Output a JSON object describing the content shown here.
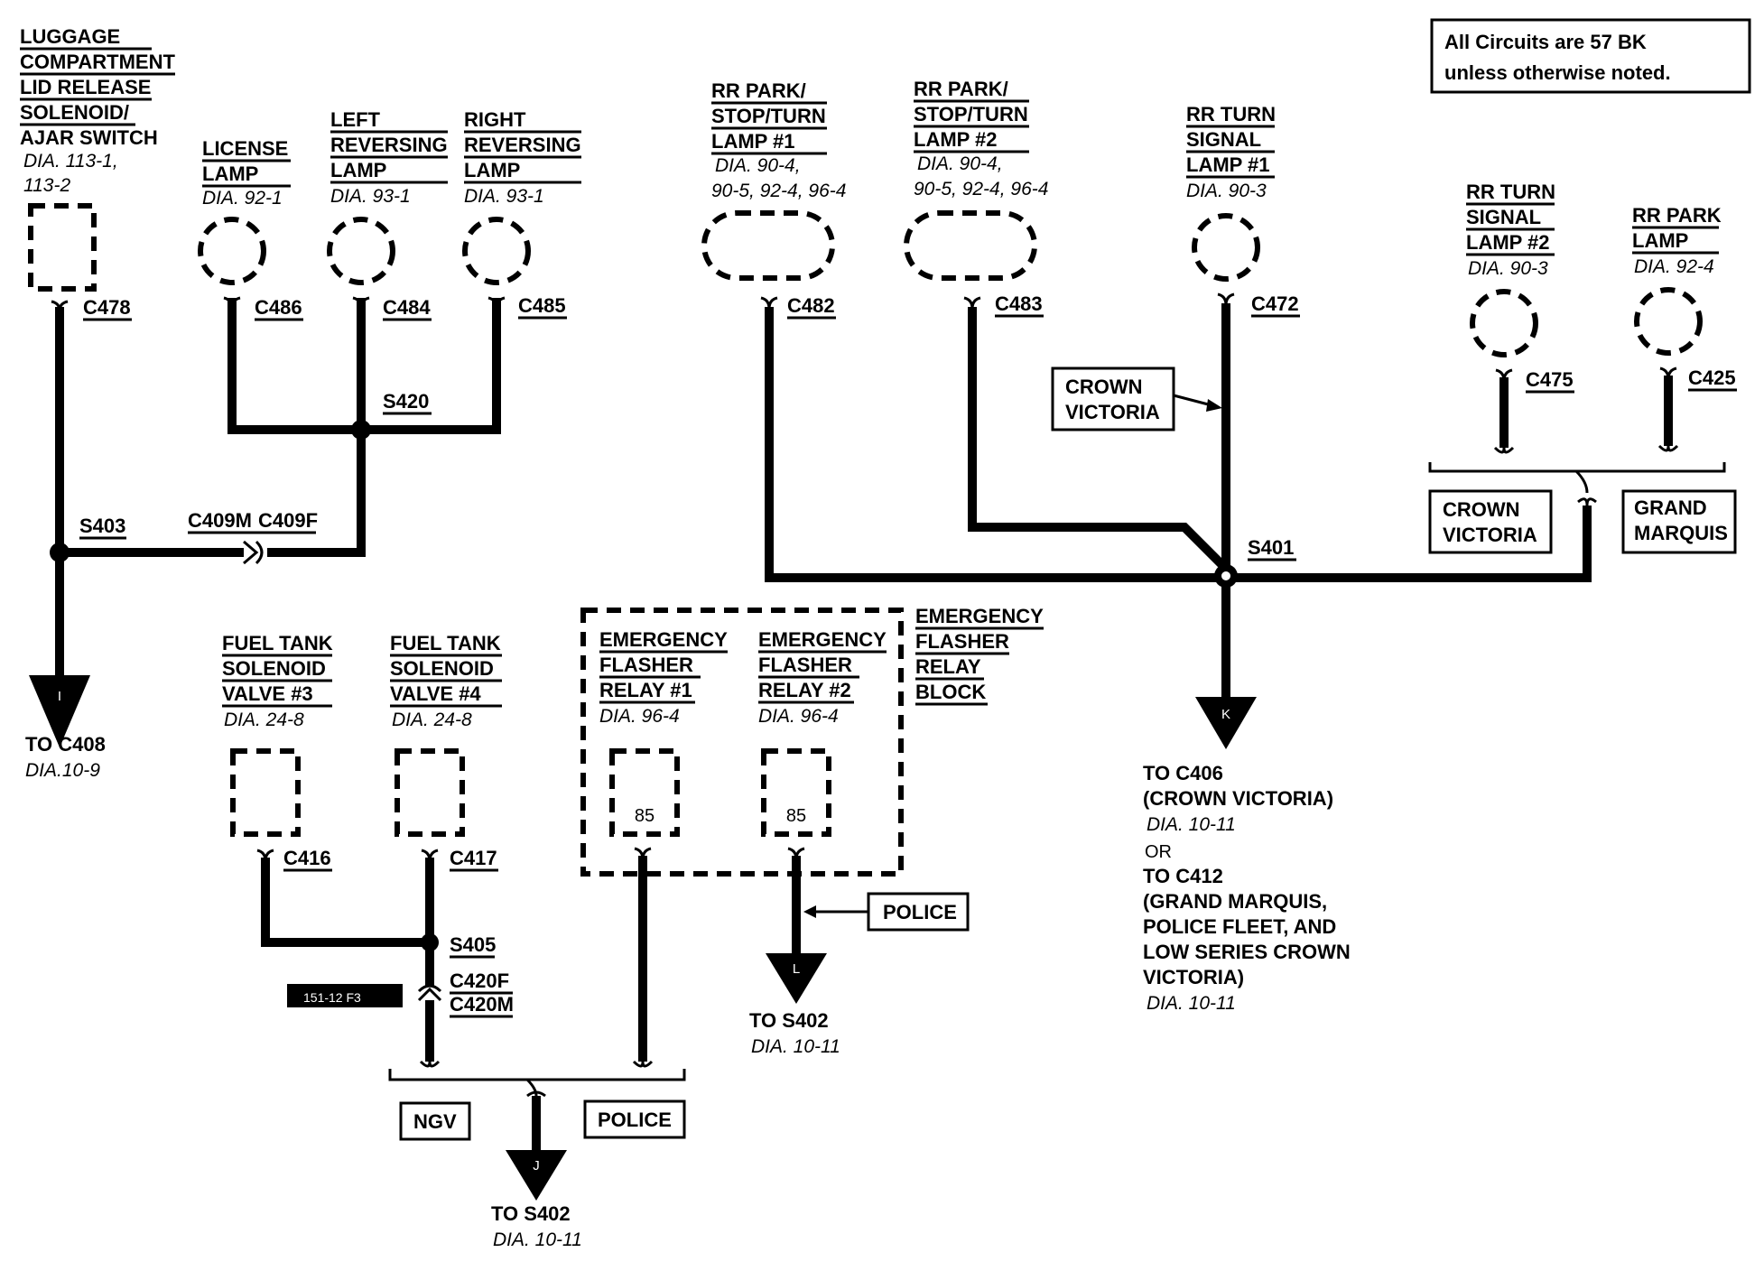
{
  "note": {
    "line1": "All Circuits are 57 BK",
    "line2": "unless otherwise noted."
  },
  "luggage": {
    "l1": "LUGGAGE",
    "l2": "COMPARTMENT",
    "l3": "LID RELEASE",
    "l4": "SOLENOID/",
    "l5": "AJAR SWITCH",
    "dia1": "DIA. 113-1,",
    "dia2": "113-2",
    "conn": "C478"
  },
  "license": {
    "l1": "LICENSE",
    "l2": "LAMP",
    "dia": "DIA. 92-1",
    "conn": "C486"
  },
  "left_rev": {
    "l1": "LEFT",
    "l2": "REVERSING",
    "l3": "LAMP",
    "dia": "DIA. 93-1",
    "conn": "C484"
  },
  "right_rev": {
    "l1": "RIGHT",
    "l2": "REVERSING",
    "l3": "LAMP",
    "dia": "DIA. 93-1",
    "conn": "C485"
  },
  "rr_park1": {
    "l1": "RR PARK/",
    "l2": "STOP/TURN",
    "l3": "LAMP #1",
    "dia1": "DIA. 90-4,",
    "dia2": "90-5, 92-4, 96-4",
    "conn": "C482"
  },
  "rr_park2": {
    "l1": "RR PARK/",
    "l2": "STOP/TURN",
    "l3": "LAMP #2",
    "dia1": "DIA. 90-4,",
    "dia2": "90-5, 92-4, 96-4",
    "conn": "C483"
  },
  "rr_turn1": {
    "l1": "RR TURN",
    "l2": "SIGNAL",
    "l3": "LAMP #1",
    "dia": "DIA. 90-3",
    "conn": "C472"
  },
  "rr_turn2": {
    "l1": "RR TURN",
    "l2": "SIGNAL",
    "l3": "LAMP #2",
    "dia": "DIA. 90-3",
    "conn": "C475"
  },
  "rr_parklamp": {
    "l1": "RR PARK",
    "l2": "LAMP",
    "dia": "DIA. 92-4",
    "conn": "C425"
  },
  "crown_vic_tag": {
    "l1": "CROWN",
    "l2": "VICTORIA"
  },
  "crown_vic_box": {
    "l1": "CROWN",
    "l2": "VICTORIA"
  },
  "grand_marquis_box": {
    "l1": "GRAND",
    "l2": "MARQUIS"
  },
  "splices": {
    "s420": "S420",
    "s403": "S403",
    "s401": "S401",
    "s405": "S405"
  },
  "c409": {
    "m": "C409M",
    "f": "C409F"
  },
  "c420": {
    "f": "C420F",
    "m": "C420M"
  },
  "arrow_i": {
    "letter": "I",
    "l1": "TO C408",
    "dia": "DIA.10-9"
  },
  "arrow_k": {
    "letter": "K",
    "l1": "TO C406",
    "l2": "(CROWN VICTORIA)",
    "dia1": "DIA. 10-11",
    "or": "OR",
    "l3": "TO C412",
    "l4": "(GRAND MARQUIS,",
    "l5": "POLICE FLEET, AND",
    "l6": "LOW SERIES CROWN",
    "l7": "VICTORIA)",
    "dia2": "DIA. 10-11"
  },
  "fuel3": {
    "l1": "FUEL TANK",
    "l2": "SOLENOID",
    "l3": "VALVE #3",
    "dia": "DIA. 24-8",
    "conn": "C416"
  },
  "fuel4": {
    "l1": "FUEL TANK",
    "l2": "SOLENOID",
    "l3": "VALVE #4",
    "dia": "DIA. 24-8",
    "conn": "C417"
  },
  "relay1": {
    "l1": "EMERGENCY",
    "l2": "FLASHER",
    "l3": "RELAY #1",
    "dia": "DIA. 96-4",
    "pin": "85"
  },
  "relay2": {
    "l1": "EMERGENCY",
    "l2": "FLASHER",
    "l3": "RELAY #2",
    "dia": "DIA. 96-4",
    "pin": "85"
  },
  "relay_block": {
    "l1": "EMERGENCY",
    "l2": "FLASHER",
    "l3": "RELAY",
    "l4": "BLOCK"
  },
  "police_tag": "POLICE",
  "arrow_l": {
    "letter": "L",
    "l1": "TO S402",
    "dia": "DIA. 10-11"
  },
  "ngv_box": "NGV",
  "police_box": "POLICE",
  "arrow_j": {
    "letter": "J",
    "l1": "TO S402",
    "dia": "DIA. 10-11"
  },
  "ref_code": "151-12 F3"
}
